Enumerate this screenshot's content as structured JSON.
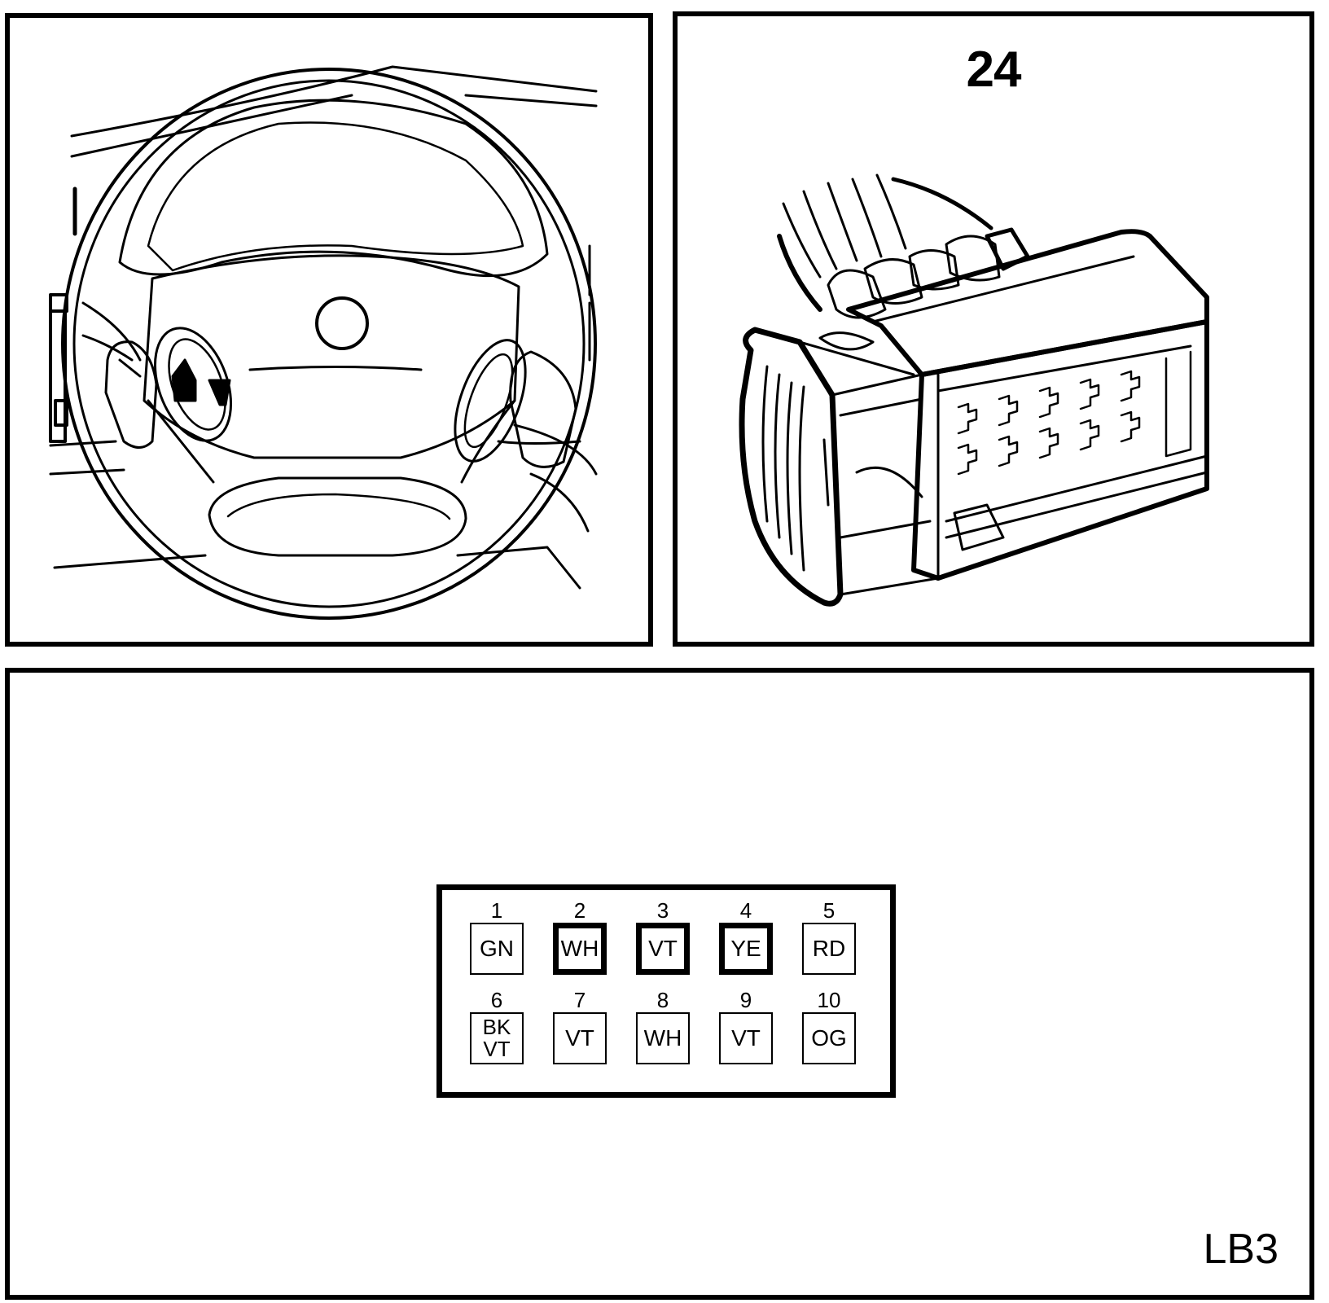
{
  "connector": {
    "number": "24"
  },
  "figure_code": "LB3",
  "pins": [
    {
      "num": "1",
      "color": "GN",
      "bold": false
    },
    {
      "num": "2",
      "color": "WH",
      "bold": true
    },
    {
      "num": "3",
      "color": "VT",
      "bold": true
    },
    {
      "num": "4",
      "color": "YE",
      "bold": true
    },
    {
      "num": "5",
      "color": "RD",
      "bold": false
    },
    {
      "num": "6",
      "color": "BK",
      "color2": "VT",
      "bold": false
    },
    {
      "num": "7",
      "color": "VT",
      "bold": false
    },
    {
      "num": "8",
      "color": "WH",
      "bold": false
    },
    {
      "num": "9",
      "color": "VT",
      "bold": false
    },
    {
      "num": "10",
      "color": "OG",
      "bold": false
    }
  ]
}
